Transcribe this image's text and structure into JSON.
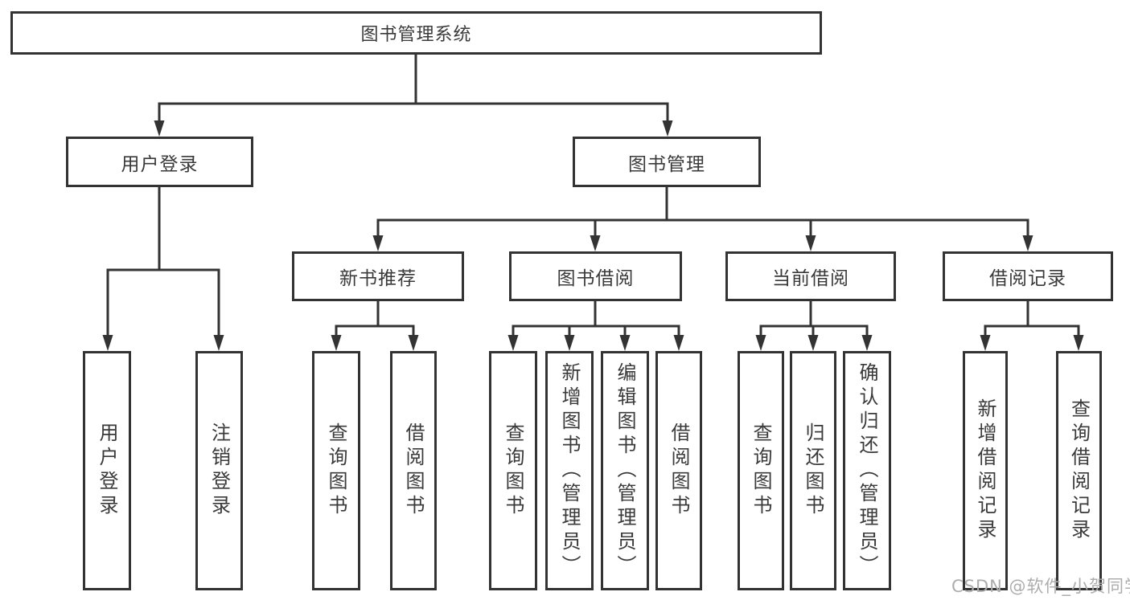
{
  "diagram": {
    "root": {
      "label": "图书管理系统"
    },
    "branches": {
      "user_login": {
        "label": "用户登录",
        "children": [
          "用户登录",
          "注销登录"
        ]
      },
      "book_mgmt": {
        "label": "图书管理"
      }
    },
    "modules": [
      {
        "label": "新书推荐",
        "children": [
          "查询图书",
          "借阅图书"
        ]
      },
      {
        "label": "图书借阅",
        "children": [
          "查询图书",
          "新增图书（管理员）",
          "编辑图书（管理员）",
          "借阅图书"
        ]
      },
      {
        "label": "当前借阅",
        "children": [
          "查询图书",
          "归还图书",
          "确认归还（管理员）"
        ]
      },
      {
        "label": "借阅记录",
        "children": [
          "新增借阅记录",
          "查询借阅记录"
        ]
      }
    ]
  },
  "watermark": "CSDN @软件_小贺同学",
  "colors": {
    "line": "#333333",
    "text": "#3a3a3a",
    "box_background": "#ffffff",
    "page_background": "#ffffff",
    "watermark": "#adadad"
  }
}
